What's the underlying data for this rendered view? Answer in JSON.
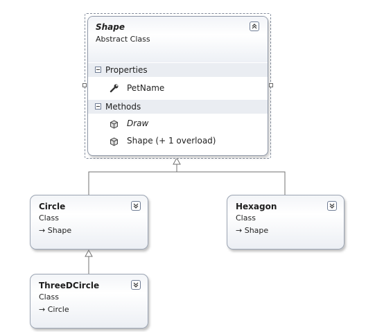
{
  "classes": {
    "shape": {
      "name": "Shape",
      "kind": "Abstract Class",
      "properties_label": "Properties",
      "properties": [
        "PetName"
      ],
      "methods_label": "Methods",
      "methods": [
        "Draw",
        "Shape (+ 1 overload)"
      ]
    },
    "circle": {
      "name": "Circle",
      "kind": "Class",
      "base": "→ Shape"
    },
    "hexagon": {
      "name": "Hexagon",
      "kind": "Class",
      "base": "→ Shape"
    },
    "threedcircle": {
      "name": "ThreeDCircle",
      "kind": "Class",
      "base": "→ Circle"
    }
  },
  "colors": {
    "border": "#9aa3b2",
    "connector": "#707070",
    "section_bar": "#eaedf2"
  }
}
